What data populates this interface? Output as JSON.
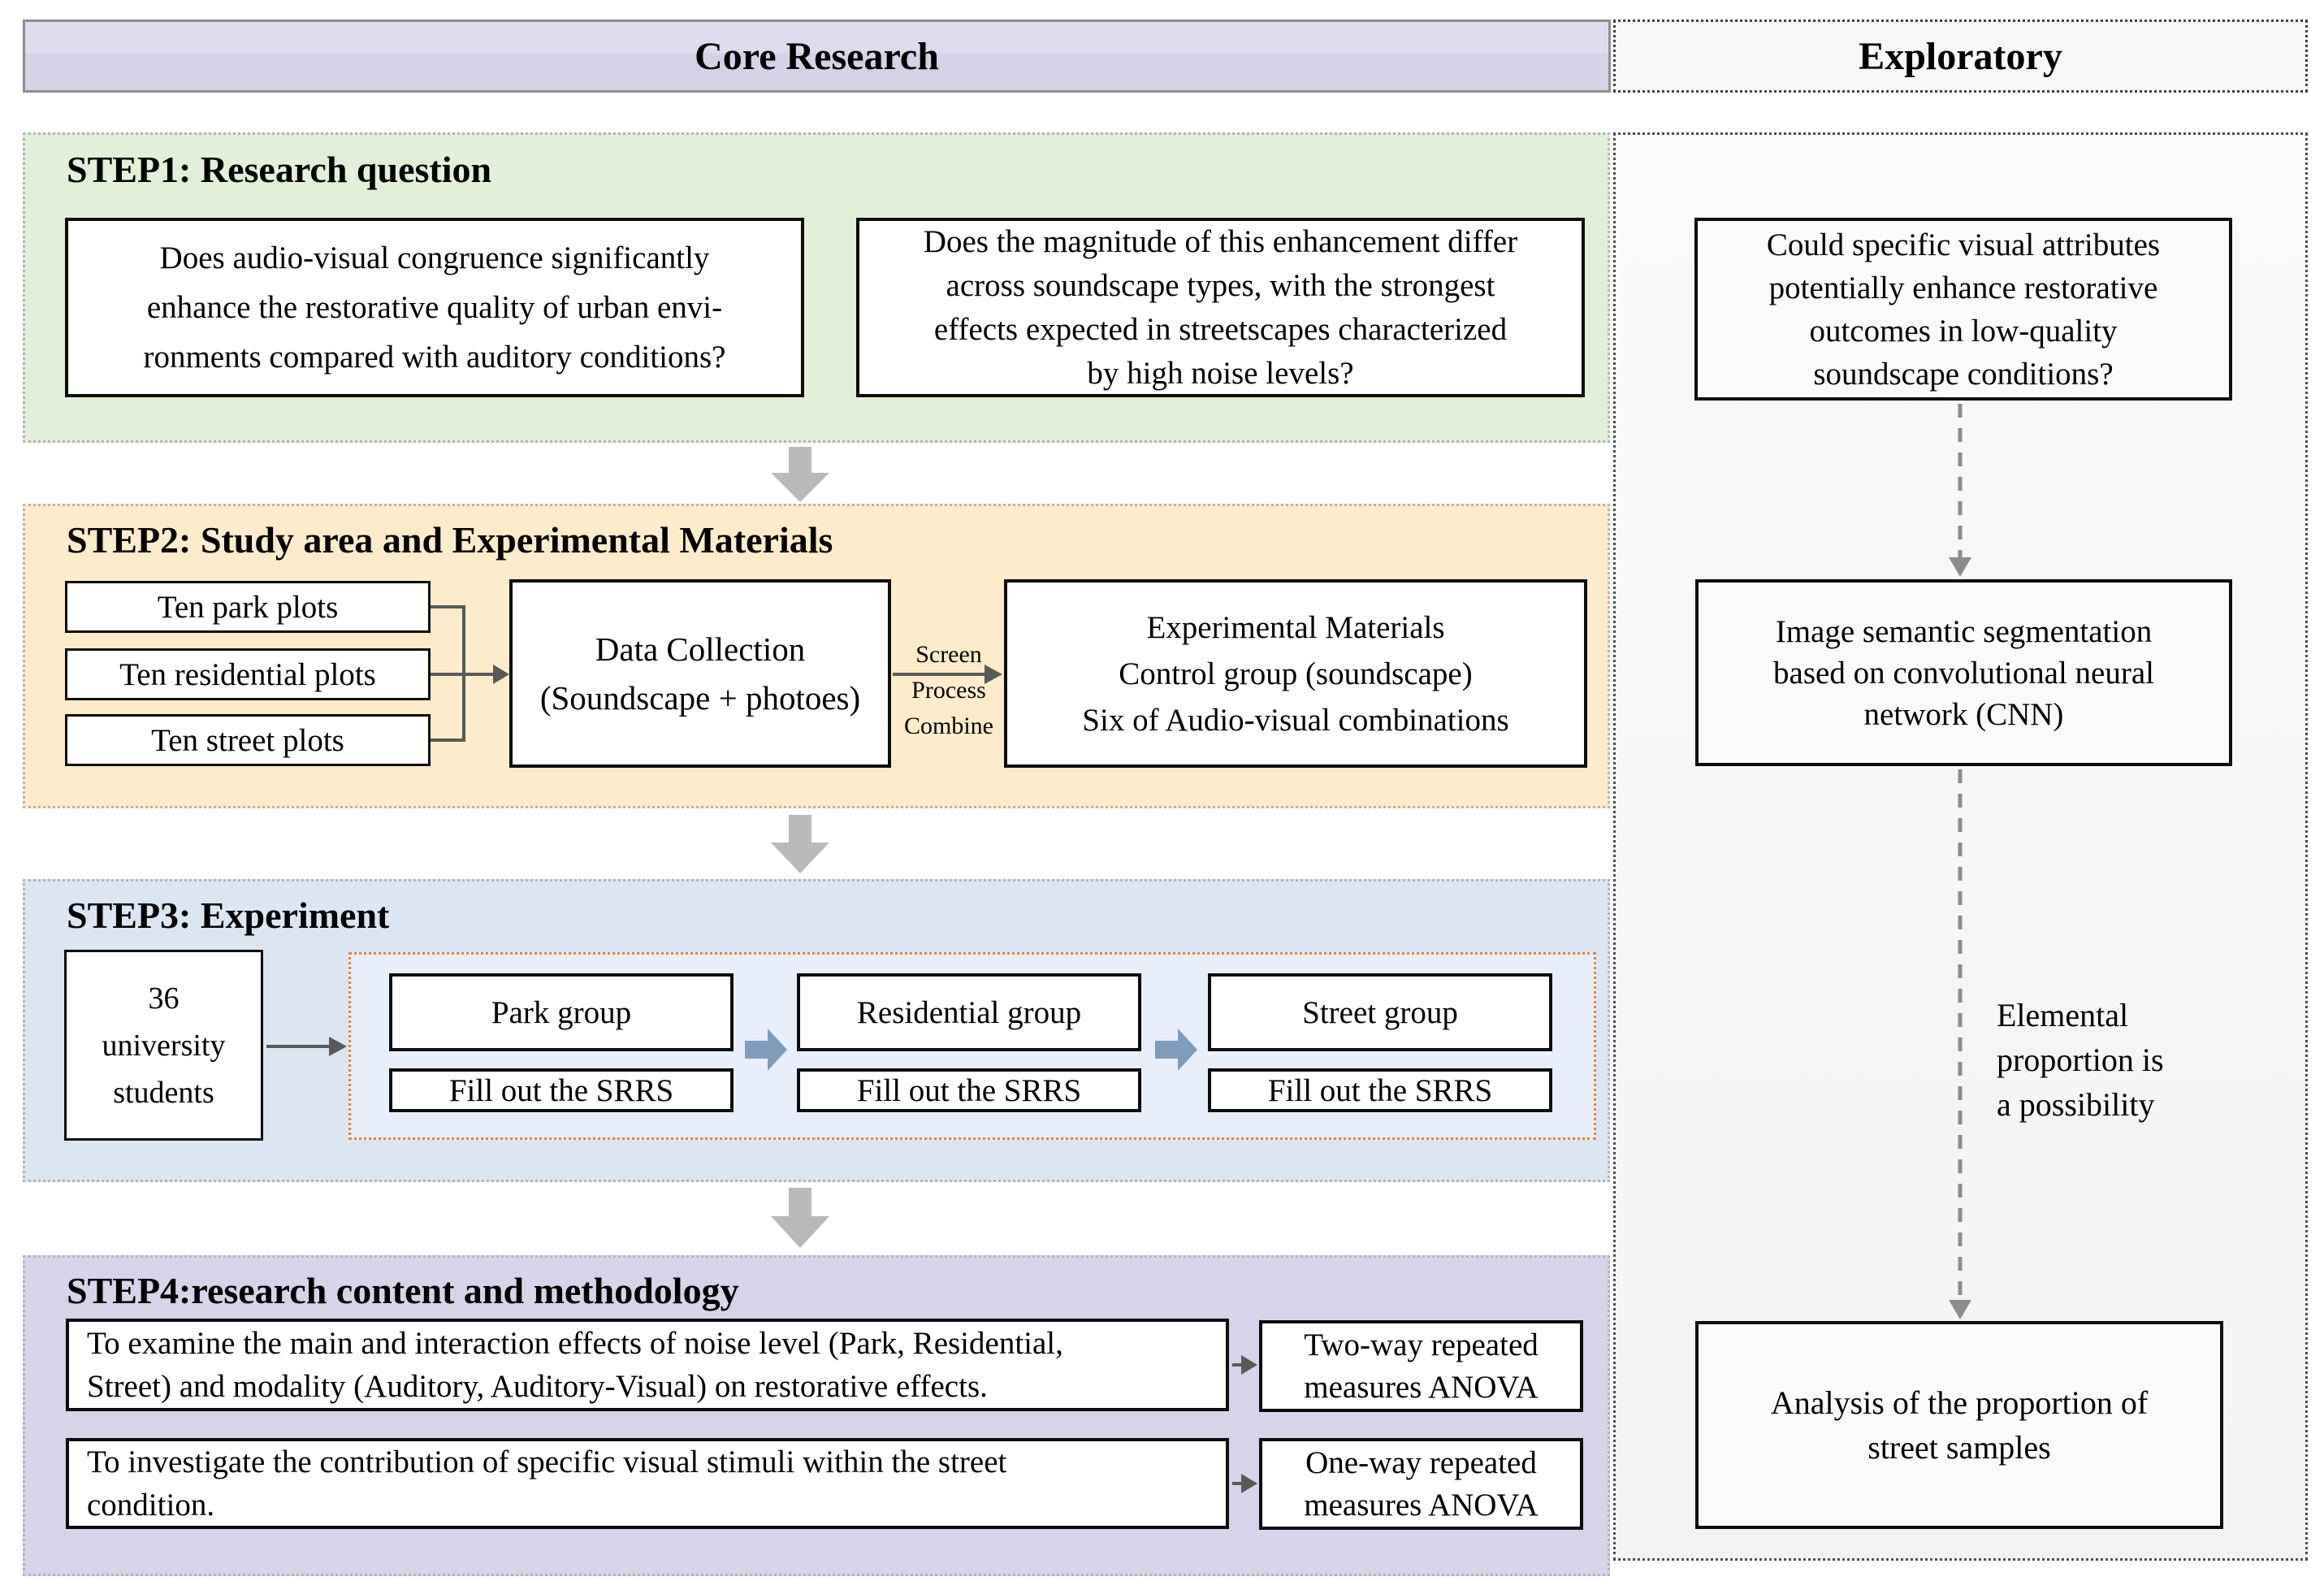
{
  "palette": {
    "green": "#e3f0d9",
    "yellow": "#fdeccb",
    "blue": "#dce6f2",
    "purple": "#d7d3e8",
    "orange": "#ed7d31",
    "core-header-bg": "#d9d6ea",
    "exploratory-bg": "#f6f6f6",
    "block-arrow-gray": "#b9b9b9",
    "block-arrow-blue": "#7e9cba",
    "thin-arrow": "#595959",
    "dashed-arrow": "#8c8c8c"
  },
  "header": {
    "core_label": "Core Research",
    "exploratory_label": "Exploratory"
  },
  "step1": {
    "title": "STEP1: Research question",
    "question_left": [
      "Does audio-visual congruence significantly",
      "enhance the restorative quality of urban envi-",
      "ronments compared with auditory conditions?"
    ],
    "question_right": [
      "Does the magnitude of this enhancement differ",
      "across soundscape types, with the strongest",
      "effects expected in streetscapes characterized",
      "by high noise levels?"
    ]
  },
  "step2": {
    "title": "STEP2: Study area and Experimental Materials",
    "plot_park": "Ten park plots",
    "plot_residential": "Ten residential plots",
    "plot_street": "Ten street plots",
    "data_collection": [
      "Data Collection",
      "(Soundscape + photoes)"
    ],
    "process_steps": [
      "Screen",
      "Process",
      "Combine"
    ],
    "materials": [
      "Experimental Materials",
      "Control group (soundscape)",
      "Six of Audio-visual combinations"
    ]
  },
  "step3": {
    "title": "STEP3: Experiment",
    "participants": [
      "36",
      "university",
      "students"
    ],
    "groups": [
      {
        "name": "Park group",
        "task": "Fill out the SRRS"
      },
      {
        "name": "Residential group",
        "task": "Fill out the SRRS"
      },
      {
        "name": "Street group",
        "task": "Fill out the SRRS"
      }
    ]
  },
  "step4": {
    "title": "STEP4:research content and methodology",
    "rows": [
      {
        "content": [
          "To examine the main and interaction effects of noise level (Park, Residential,",
          "Street) and modality (Auditory, Auditory-Visual) on restorative effects."
        ],
        "method": [
          "Two-way repeated",
          "measures ANOVA"
        ]
      },
      {
        "content": [
          "To investigate the contribution of specific visual stimuli within the street",
          "condition."
        ],
        "method": [
          "One-way repeated",
          "measures ANOVA"
        ]
      }
    ]
  },
  "exploratory": {
    "question": [
      "Could specific visual attributes",
      "potentially enhance restorative",
      "outcomes in low-quality",
      "soundscape conditions?"
    ],
    "segmentation": [
      "Image semantic segmentation",
      "based on convolutional neural",
      "network (CNN)"
    ],
    "note": [
      "Elemental",
      "proportion is",
      "a possibility"
    ],
    "analysis": [
      "Analysis of the proportion of",
      "street samples"
    ]
  }
}
